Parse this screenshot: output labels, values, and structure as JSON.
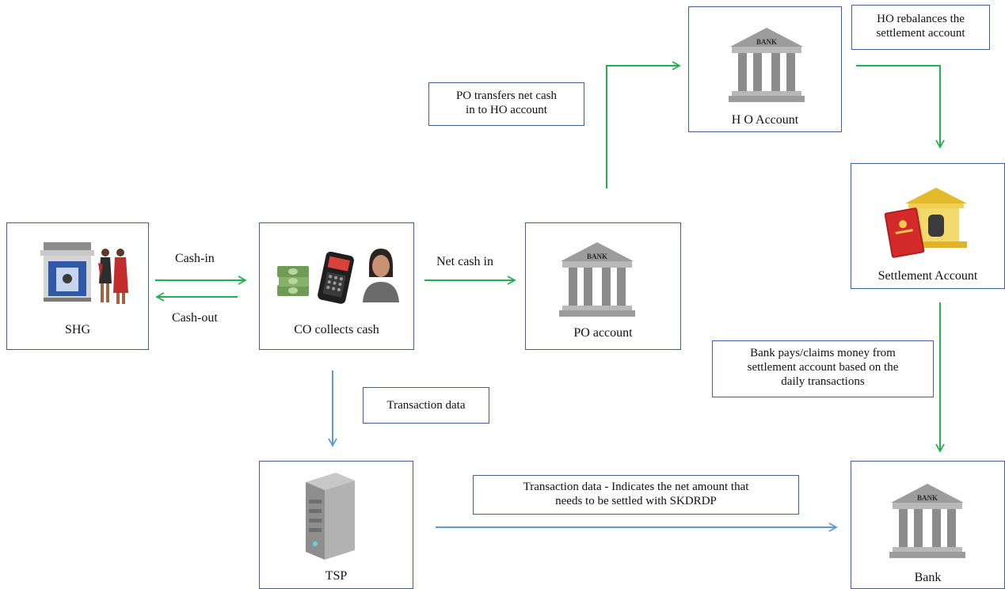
{
  "nodes": {
    "shg": "SHG",
    "co": "CO collects cash",
    "po": "PO account",
    "ho": "H O Account",
    "settlement": "Settlement Account",
    "tsp": "TSP",
    "bank": "Bank"
  },
  "bank_sign": "BANK",
  "edges": {
    "cash_in": "Cash-in",
    "cash_out": "Cash-out",
    "net_cash_in": "Net cash in"
  },
  "callouts": {
    "po_transfer": "PO transfers net cash\nin to HO account",
    "ho_rebalance": "HO rebalances the\nsettlement account",
    "bank_pays": "Bank pays/claims money from\nsettlement account  based on the\ndaily transactions",
    "transaction_data": "Transaction data",
    "tsp_to_bank": "Transaction data  - Indicates the net amount that\nneeds to be settled with SKDRDP"
  },
  "colors": {
    "node_border": "#3f5ea8",
    "green_arrow": "#22b14c",
    "blue_arrow": "#5b9bd5"
  },
  "icons": [
    "shop-icon",
    "women-icon",
    "cash-icon",
    "card-reader-icon",
    "woman-icon",
    "bank-icon",
    "passbook-icon",
    "server-icon"
  ]
}
